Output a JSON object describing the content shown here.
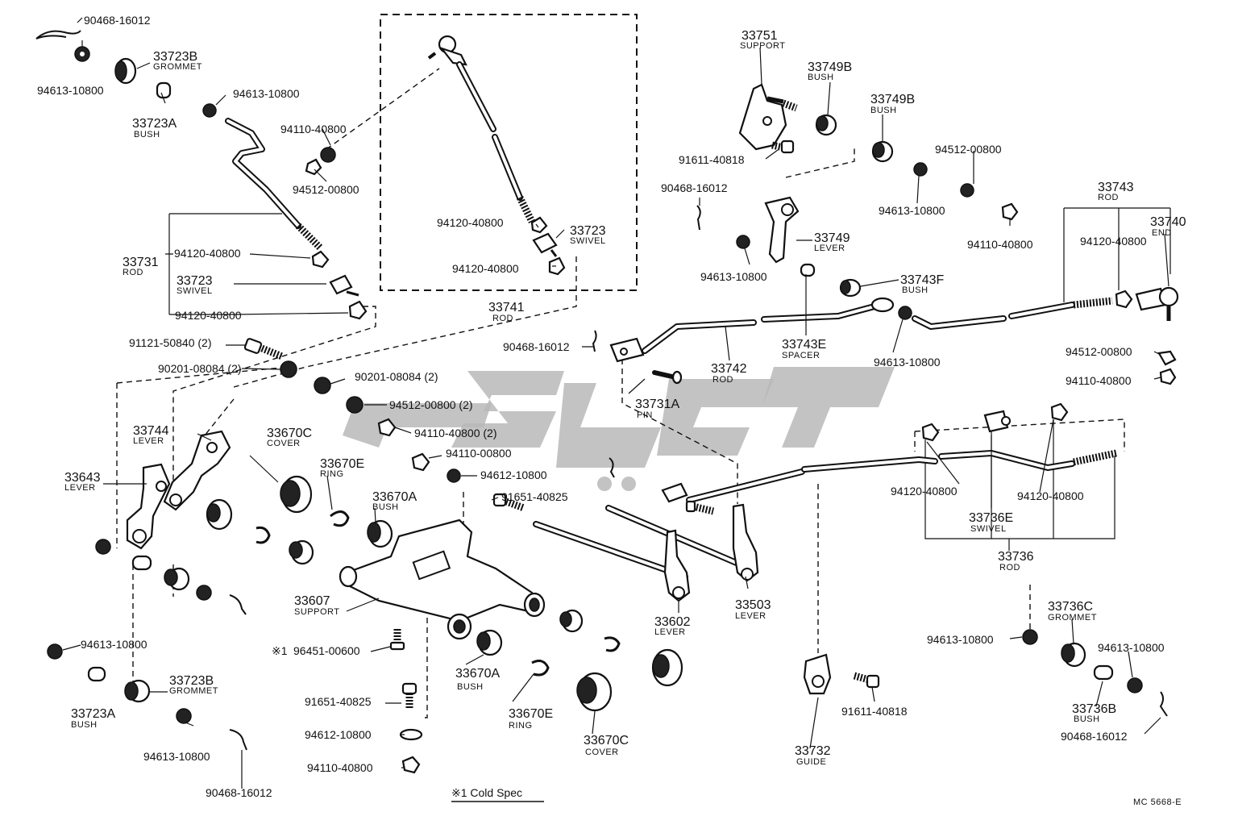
{
  "labels": {
    "p90468_top": "90468-16012",
    "p94613_topleft": "94613-10800",
    "p33723B_top": "33723B",
    "grommet_top": "GROMMET",
    "p33723A_top": "33723A",
    "bush_top": "BUSH",
    "p94613_b": "94613-10800",
    "p94110_a": "94110-40800",
    "p94512_a": "94512-00800",
    "p33731": "33731",
    "rod_a": "ROD",
    "p94120_a": "94120-40800",
    "p33723_a": "33723",
    "swivel_a": "SWIVEL",
    "p94120_b": "94120-40800",
    "p94120_c": "94120-40800",
    "p33723_b": "33723",
    "swivel_b": "SWIVEL",
    "p94120_d": "94120-40800",
    "p33741": "33741",
    "rod_b": "ROD",
    "p91121": "91121-50840 (2)",
    "p90201_a": "90201-08084 (2)",
    "p90201_b": "90201-08084 (2)",
    "p94512_b": "94512-00800 (2)",
    "p94110_b": "94110-40800 (2)",
    "p94110_c": "94110-00800",
    "p94612_a": "94612-10800",
    "p91651_a": "91651-40825",
    "p33744": "33744",
    "lever_a": "LEVER",
    "p33643": "33643",
    "lever_b": "LEVER",
    "p33670C_a": "33670C",
    "cover_a": "COVER",
    "p33670E_a": "33670E",
    "ring_a": "RING",
    "p33670A_a": "33670A",
    "bush_a": "BUSH",
    "p33607": "33607",
    "support_a": "SUPPORT",
    "p96451": "96451-00600",
    "cold_mark": "※1",
    "p94613_c": "94613-10800",
    "p33723B_b": "33723B",
    "grommet_b": "GROMMET",
    "p33723A_b": "33723A",
    "bush_b": "BUSH",
    "p94613_d": "94613-10800",
    "p90468_b": "90468-16012",
    "p33670A_b": "33670A",
    "bush_c": "BUSH",
    "p91651_b": "91651-40825",
    "p33670E_b": "33670E",
    "ring_b": "RING",
    "p94612_b": "94612-10800",
    "p33670C_b": "33670C",
    "cover_b": "COVER",
    "p94110_d": "94110-40800",
    "cold_spec": "※1 Cold Spec",
    "p33751": "33751",
    "support_b": "SUPPORT",
    "p33749B_a": "33749B",
    "bush_d": "BUSH",
    "p33749B_b": "33749B",
    "bush_e": "BUSH",
    "p91611_a": "91611-40818",
    "p94512_c": "94512-00800",
    "p90468_c": "90468-16012",
    "p94613_e": "94613-10800",
    "p33749": "33749",
    "lever_c": "LEVER",
    "p94613_f": "94613-10800",
    "p33743": "33743",
    "rod_c": "ROD",
    "p33740": "33740",
    "end": "END",
    "p94120_e": "94120-40800",
    "p94110_e": "94110-40800",
    "p33743F": "33743F",
    "bush_f": "BUSH",
    "p90468_d": "90468-16012",
    "p33742": "33742",
    "rod_d": "ROD",
    "p33743E": "33743E",
    "spacer": "SPACER",
    "p94613_g": "94613-10800",
    "p94512_d": "94512-00800",
    "p94110_f": "94110-40800",
    "p33731A": "33731A",
    "pin": "PIN",
    "p94120_f": "94120-40800",
    "p94120_g": "94120-40800",
    "p33736E": "33736E",
    "swivel_c": "SWIVEL",
    "p33736": "33736",
    "rod_e": "ROD",
    "p33503": "33503",
    "lever_d": "LEVER",
    "p33602": "33602",
    "lever_e": "LEVER",
    "p33736C": "33736C",
    "grommet_c": "GROMMET",
    "p94613_h": "94613-10800",
    "p94613_i": "94613-10800",
    "p33736B": "33736B",
    "bush_g": "BUSH",
    "p90468_e": "90468-16012",
    "p91611_b": "91611-40818",
    "p33732": "33732",
    "guide": "GUIDE",
    "ref_code": "MC 5668-E"
  },
  "colors": {
    "ink": "#111111",
    "paper": "#ffffff",
    "watermark": "#b9b9b9"
  }
}
